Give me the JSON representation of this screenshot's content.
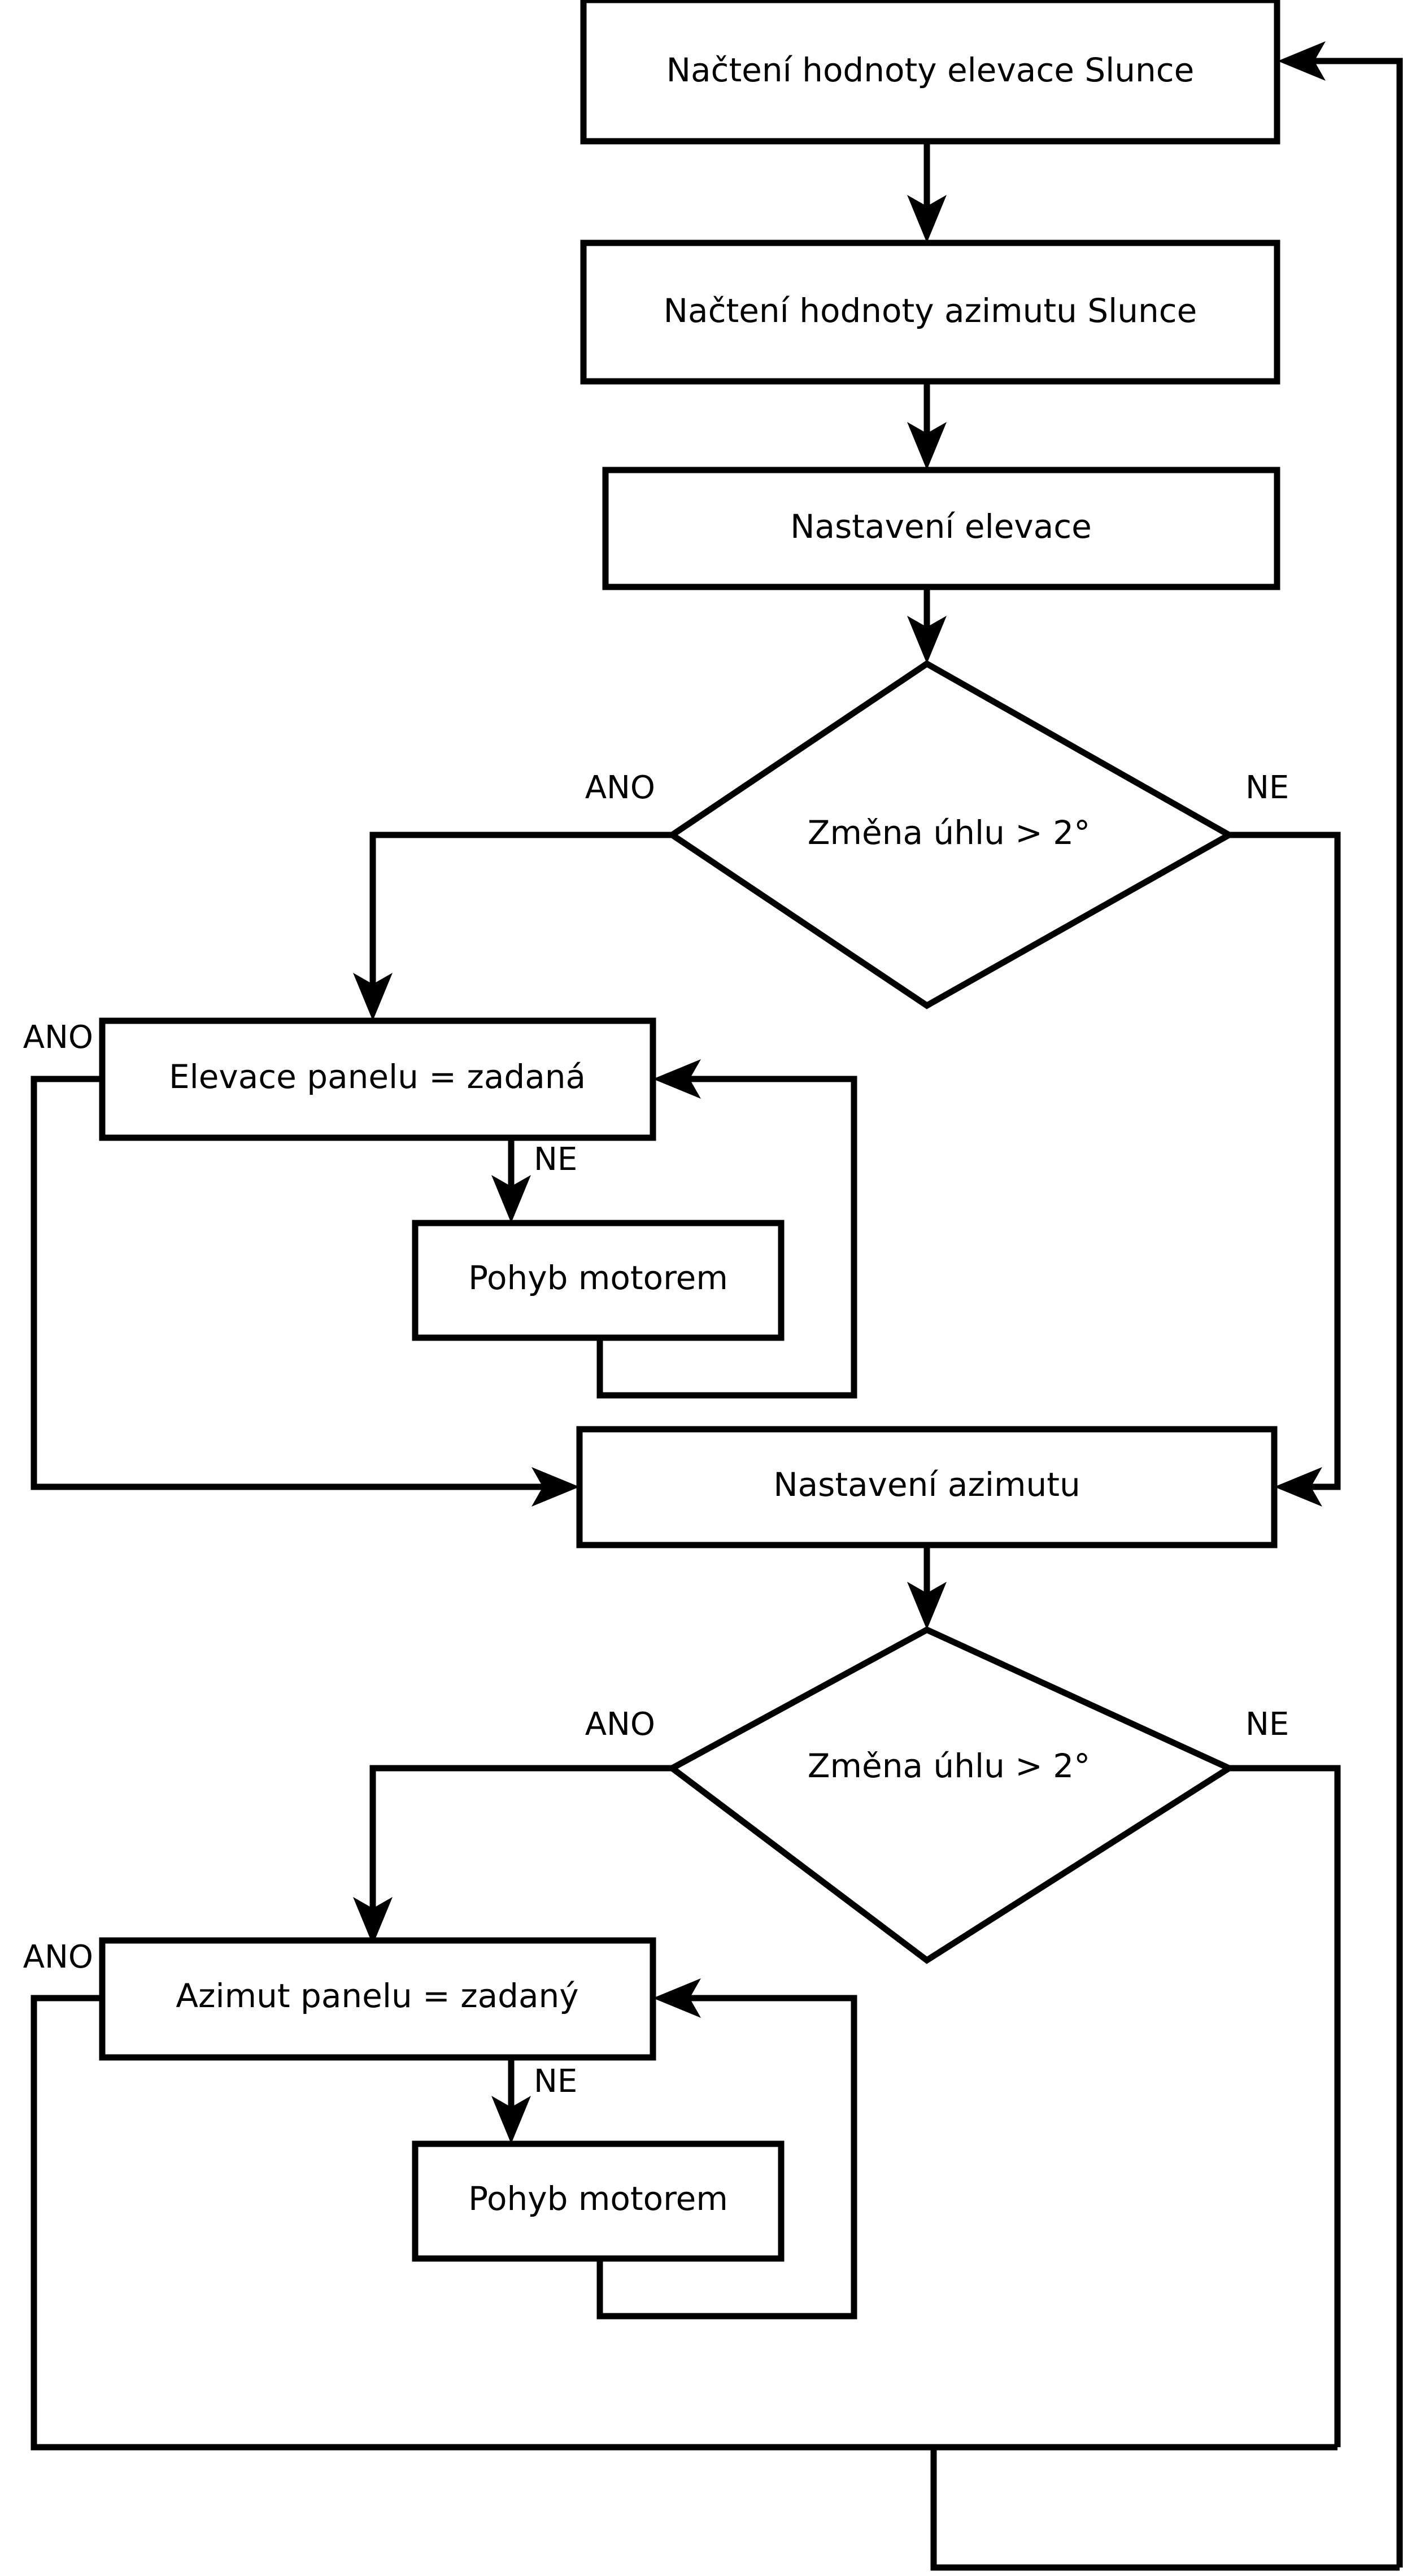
{
  "diagram": {
    "type": "flowchart",
    "language": "cs",
    "title": "Solar tracker control flowchart",
    "colors": {
      "background": "#ffffff",
      "stroke": "#000000",
      "node_fill": "#ffffff",
      "text": "#000000"
    }
  },
  "nodes": {
    "read_elevation": {
      "label": "Načtení hodnoty elevace Slunce",
      "shape": "process"
    },
    "read_azimuth": {
      "label": "Načtení hodnoty azimutu Slunce",
      "shape": "process"
    },
    "set_elevation": {
      "label": "Nastavení elevace",
      "shape": "process"
    },
    "decision_elevation": {
      "label": "Změna úhlu > 2°",
      "shape": "decision"
    },
    "panel_elevation_check": {
      "label": "Elevace panelu = zadaná",
      "shape": "process"
    },
    "motor_move_elevation": {
      "label": "Pohyb motorem",
      "shape": "process"
    },
    "set_azimuth": {
      "label": "Nastavení azimutu",
      "shape": "process"
    },
    "decision_azimuth": {
      "label": "Změna úhlu > 2°",
      "shape": "decision"
    },
    "panel_azimuth_check": {
      "label": "Azimut panelu = zadaný",
      "shape": "process"
    },
    "motor_move_azimuth": {
      "label": "Pohyb motorem",
      "shape": "process"
    }
  },
  "edge_labels": {
    "yes": "ANO",
    "no": "NE",
    "dec_elev_yes": "ANO",
    "dec_elev_no": "NE",
    "elev_panel_yes": "ANO",
    "elev_panel_no": "NE",
    "dec_azim_yes": "ANO",
    "dec_azim_no": "NE",
    "azim_panel_yes": "ANO",
    "azim_panel_no": "NE"
  }
}
